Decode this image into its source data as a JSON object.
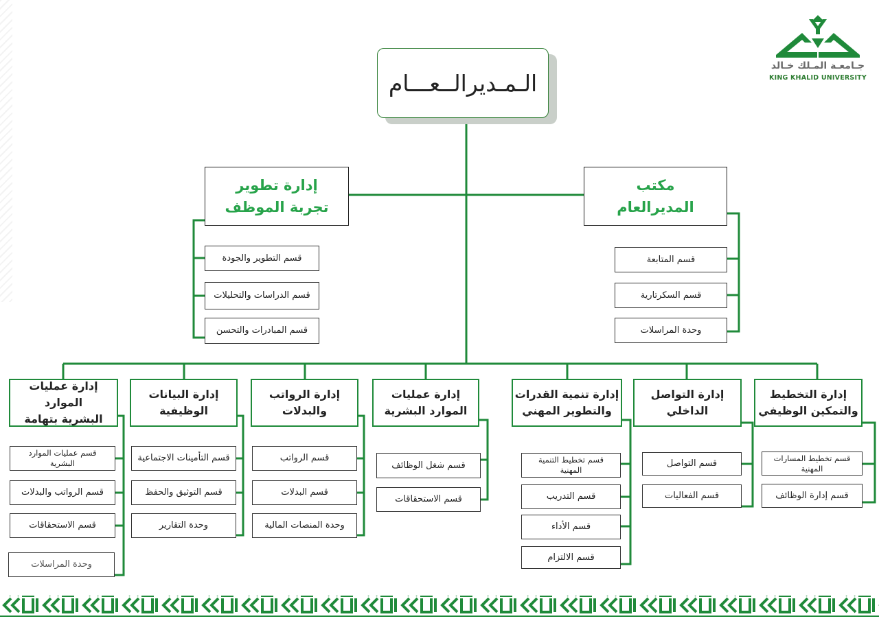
{
  "top": {
    "general_manager": "الـمـديرالــعـــام"
  },
  "logo": {
    "ar": "جـامعـة المـلك خـالد",
    "en": "KING KHALID UNIVERSITY"
  },
  "majors": [
    {
      "label": "إدارة تطوير\nتجربة الموظف",
      "sections": [
        "قسم  التطوير والجودة",
        "قسم الدراسات والتحليلات",
        "قسم المبادرات والتحسن"
      ]
    },
    {
      "label": "مكتب\nالمديرالعام",
      "sections": [
        "قسم المتابعة",
        "قسم السكرتارية",
        "وحدة المراسلات"
      ]
    }
  ],
  "departments": [
    {
      "label": "إدارة عمليات الموارد\nالبشرية بتهامة",
      "sections": [
        "قسم عمليات الموارد\nالبشرية",
        "قسم الرواتب والبدلات",
        "قسم الاستحقاقات",
        "وحدة المراسلات"
      ]
    },
    {
      "label": "إدارة البيانات\nالوظيفية",
      "sections": [
        "قسم التأمينات الاجتماعية",
        "قسم التوثيق والحفظ",
        "وحدة التقارير"
      ]
    },
    {
      "label": "إدارة الرواتب\nوالبدلات",
      "sections": [
        "قسم الرواتب",
        "قسم البدلات",
        "وحدة المنصات المالية"
      ]
    },
    {
      "label": "إدارة عمليات\nالموارد البشرية",
      "sections": [
        "قسم شغل الوظائف",
        "قسم الاستحقاقات"
      ]
    },
    {
      "label": "إدارة تنمية القدرات\nوالتطوير المهني",
      "sections": [
        "قسم تخطيط التنمية\nالمهنية",
        "قسم التدريب",
        "قسم الأداء",
        "قسم الالتزام"
      ]
    },
    {
      "label": "إدارة التواصل\nالداخلي",
      "sections": [
        "قسم التواصل",
        "قسم الفعاليات"
      ]
    },
    {
      "label": "إدارة التخطيط\nوالتمكين الوظيفي",
      "sections": [
        "قسم تخطيط المسارات\nالمهنية",
        "قسم إدارة  الوظائف"
      ]
    }
  ]
}
